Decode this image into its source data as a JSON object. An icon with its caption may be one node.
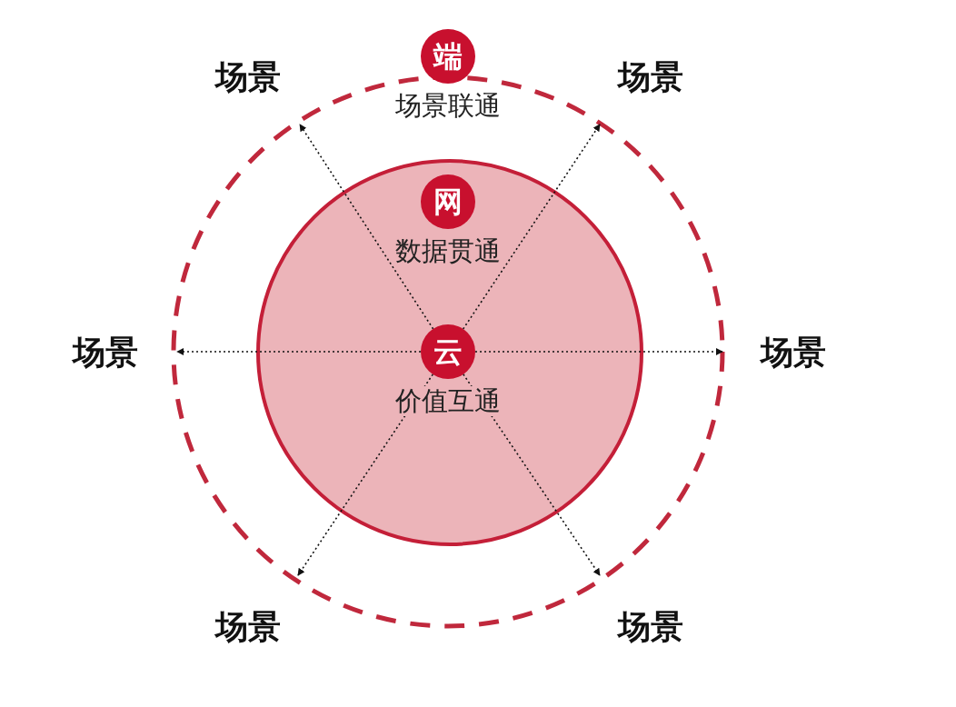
{
  "diagram": {
    "nodes": [
      {
        "text": [],
        "shape": "circle"
      },
      {
        "text": [
          "端"
        ],
        "beside": [
          "场景联通"
        ]
      },
      {
        "text": [],
        "shape": "circle",
        "in": 0
      },
      {
        "text": [
          "网"
        ],
        "in": 2,
        "beside": [
          "数据贯通"
        ]
      },
      {
        "text": [
          "云"
        ],
        "in": 2,
        "beside": [
          "价值互通"
        ]
      }
    ],
    "edges": [
      {
        "from": 4,
        "to": null,
        "arrow": "to",
        "style": "dashed"
      },
      {
        "from": 4,
        "to": null,
        "arrow": "to",
        "style": "dashed"
      },
      {
        "from": 4,
        "to": null,
        "arrow": "to",
        "style": "dashed"
      },
      {
        "from": 4,
        "to": null,
        "arrow": "to",
        "style": "dashed"
      },
      {
        "from": 4,
        "to": null,
        "arrow": "to",
        "style": "dashed"
      },
      {
        "from": 4,
        "to": null,
        "arrow": "to",
        "style": "dashed"
      }
    ],
    "labels": [
      "场景",
      "场景",
      "场景",
      "场景",
      "场景",
      "场景"
    ]
  }
}
